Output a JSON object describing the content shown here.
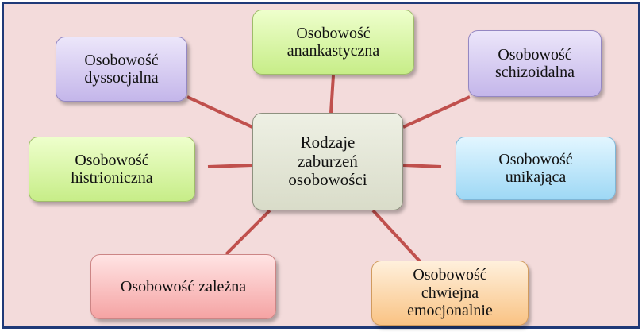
{
  "diagram": {
    "center": "Rodzaje\nzaburzeń\nosobowości",
    "nodes": {
      "anankastyczna": "Osobowość\nanankastyczna",
      "schizoidalna": "Osobowość\nschizoidalna",
      "dyssocjalna": "Osobowość\ndyssocjalna",
      "histrioniczna": "Osobowość\nhistrioniczna",
      "unikajaca": "Osobowość\nunikająca",
      "zalezna": "Osobowość zależna",
      "chwiejna": "Osobowość\nchwiejna\nemocjonalnie"
    },
    "colors": {
      "background": "#f3dbdb",
      "border": "#1f3a78",
      "connector": "#c0504d"
    }
  }
}
